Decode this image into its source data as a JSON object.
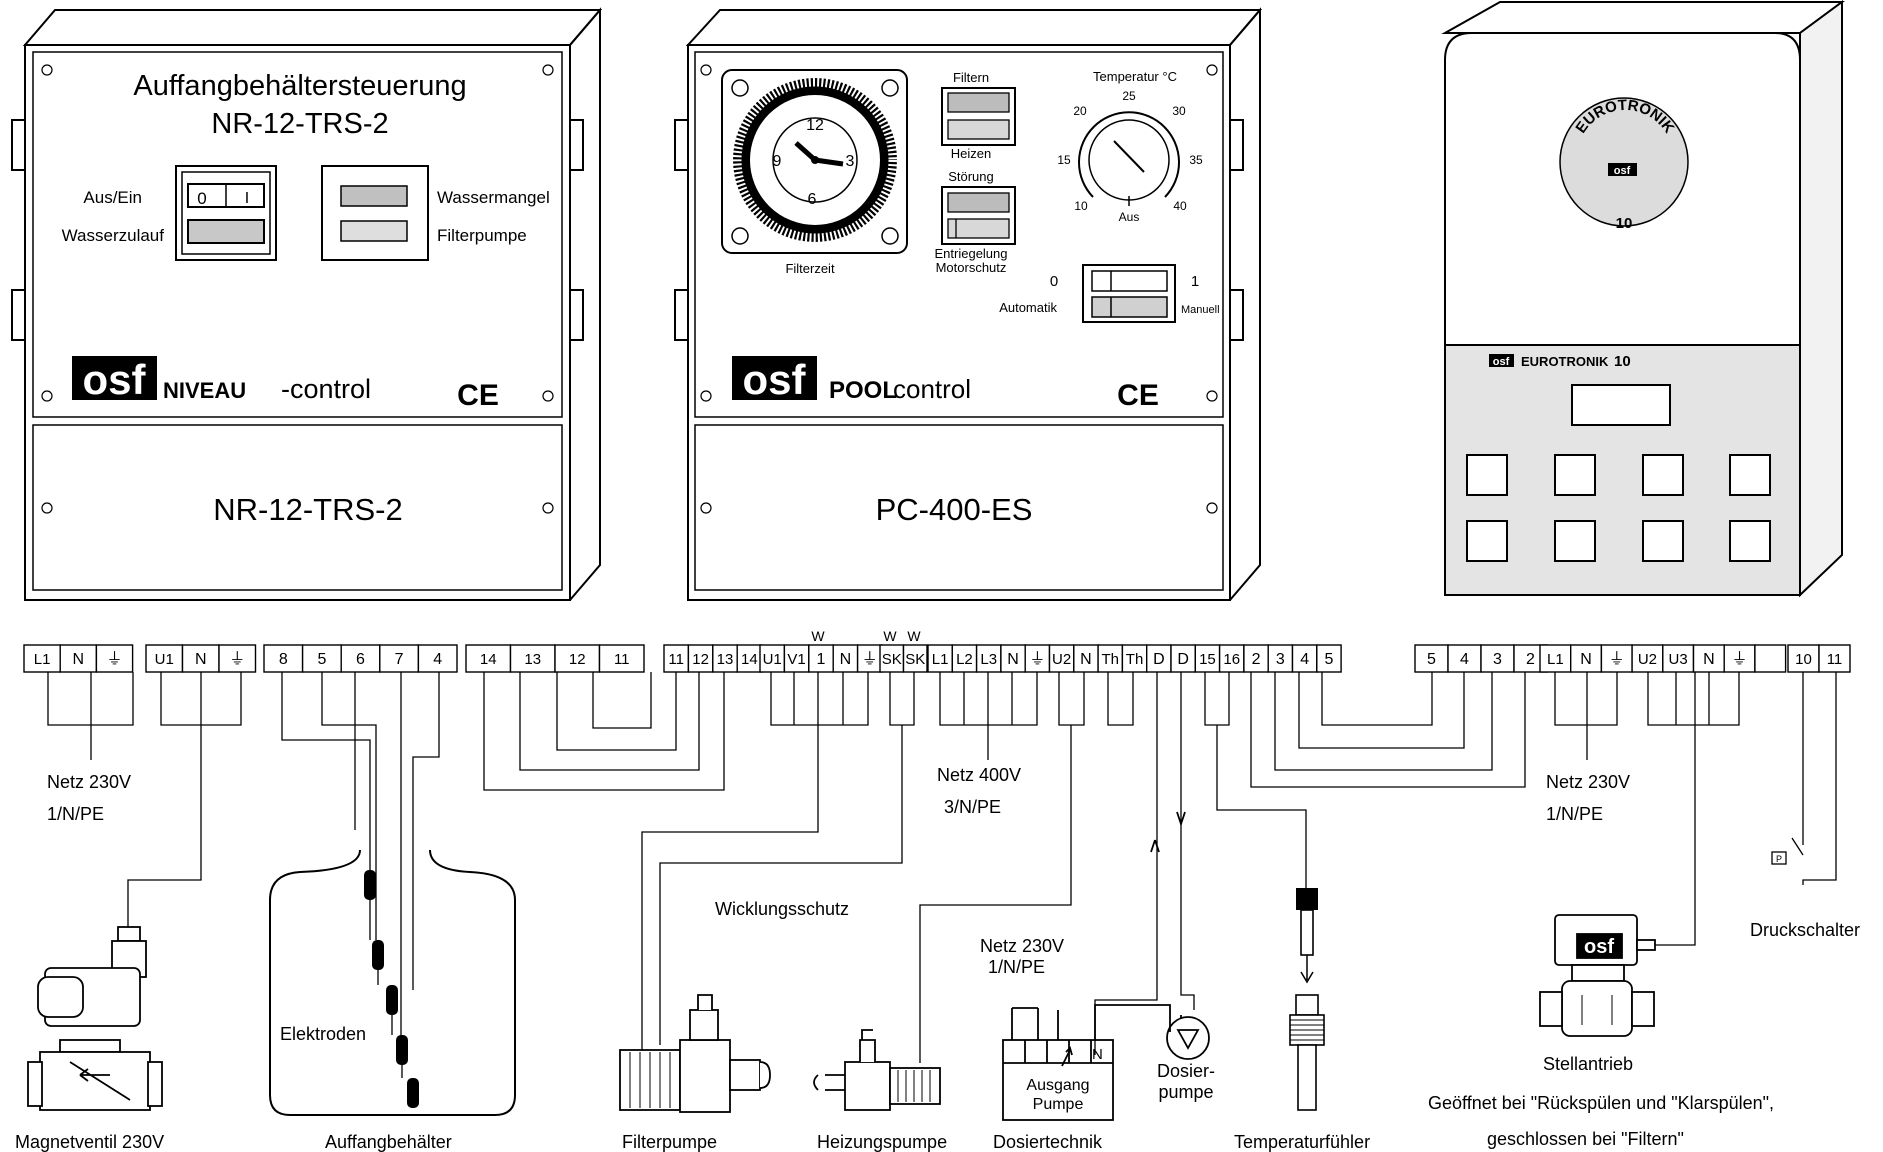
{
  "units": {
    "nr": {
      "title_line1": "Auffangbehältersteuerung",
      "title_line2": "NR-12-TRS-2",
      "switch_label": "Aus/Ein",
      "switch_off": "0",
      "switch_on": "I",
      "indicator_water_in": "Wasserzulauf",
      "indicator_water_low": "Wassermangel",
      "indicator_filter_pump": "Filterpumpe",
      "brand_logo": "osf",
      "brand_word_bold": "NIVEAU",
      "brand_word_rest": "-control",
      "ce_mark": "CE",
      "lower_label": "NR-12-TRS-2"
    },
    "pc": {
      "timer_label": "Filterzeit",
      "clock_12": "12",
      "clock_3": "3",
      "clock_6": "6",
      "clock_9": "9",
      "filtern": "Filtern",
      "heizen": "Heizen",
      "stoerung": "Störung",
      "entriegelung_line1": "Entriegelung",
      "entriegelung_line2": "Motorschutz",
      "temp_title": "Temperatur  °C",
      "temp_ticks": [
        "10",
        "15",
        "20",
        "25",
        "30",
        "35",
        "40"
      ],
      "temp_off": "Aus",
      "mode_0": "0",
      "mode_1": "1",
      "mode_auto": "Automatik",
      "mode_manual": "Manuell",
      "brand_logo": "osf",
      "brand_word_bold": "POOL",
      "brand_word_rest": "control",
      "ce_mark": "CE",
      "lower_label": "PC-400-ES"
    },
    "euro": {
      "dial_brand": "EUROTRONIK",
      "dial_logo": "osf",
      "dial_model": "10",
      "panel_logo": "osf",
      "panel_brand": "EUROTRONIK",
      "panel_model": "10"
    }
  },
  "terminals": {
    "nr_group1": [
      "L1",
      "N",
      "⏚"
    ],
    "nr_group2": [
      "U1",
      "N",
      "⏚"
    ],
    "nr_group3": [
      "8",
      "5",
      "6",
      "7",
      "4"
    ],
    "nr_group4": [
      "14",
      "13",
      "12",
      "11"
    ],
    "pc_group1": [
      "11",
      "12",
      "13",
      "14"
    ],
    "pc_group2": [
      "U1",
      "V1",
      "1",
      "N",
      "⏚"
    ],
    "pc_group3": [
      "SK",
      "SK"
    ],
    "pc_group4": [
      "L1",
      "L2",
      "L3",
      "N",
      "⏚",
      "U2",
      "N",
      "Th",
      "Th",
      "D",
      "D",
      "15",
      "16",
      "2",
      "3",
      "4",
      "5"
    ],
    "pc_w_marks": [
      "W",
      "W",
      "W"
    ],
    "eu_group1": [
      "5",
      "4",
      "3",
      "2"
    ],
    "eu_group2": [
      "L1",
      "N",
      "⏚",
      "U2",
      "U3",
      "N",
      "⏚",
      ""
    ],
    "eu_group3": [
      "10",
      "11"
    ]
  },
  "labels": {
    "netz_230_nr_line1": "Netz 230V",
    "netz_230_nr_line2": "1/N/PE",
    "netz_400_line1": "Netz 400V",
    "netz_400_line2": "3/N/PE",
    "netz_230_eu_line1": "Netz 230V",
    "netz_230_eu_line2": "1/N/PE",
    "wicklungsschutz": "Wicklungsschutz",
    "netz_230_dos_line1": "Netz 230V",
    "netz_230_dos_line2": "1/N/PE",
    "elektroden": "Elektroden",
    "ausgang_line1": "Ausgang",
    "ausgang_line2": "Pumpe",
    "ausgang_n": "N",
    "dosierpumpe_line1": "Dosier-",
    "dosierpumpe_line2": "pumpe",
    "druckschalter": "Druckschalter",
    "druckschalter_p": "P",
    "stellantrieb": "Stellantrieb",
    "stellantrieb_logo": "osf",
    "stellantrieb_note_line1": "Geöffnet bei \"Rückspülen und \"Klarspülen\",",
    "stellantrieb_note_line2": "geschlossen bei \"Filtern\""
  },
  "captions": {
    "magnetventil": "Magnetventil 230V",
    "auffangbehaelter": "Auffangbehälter",
    "filterpumpe": "Filterpumpe",
    "heizungspumpe": "Heizungspumpe",
    "dosiertechnik": "Dosiertechnik",
    "temperaturfuehler": "Temperaturfühler"
  }
}
